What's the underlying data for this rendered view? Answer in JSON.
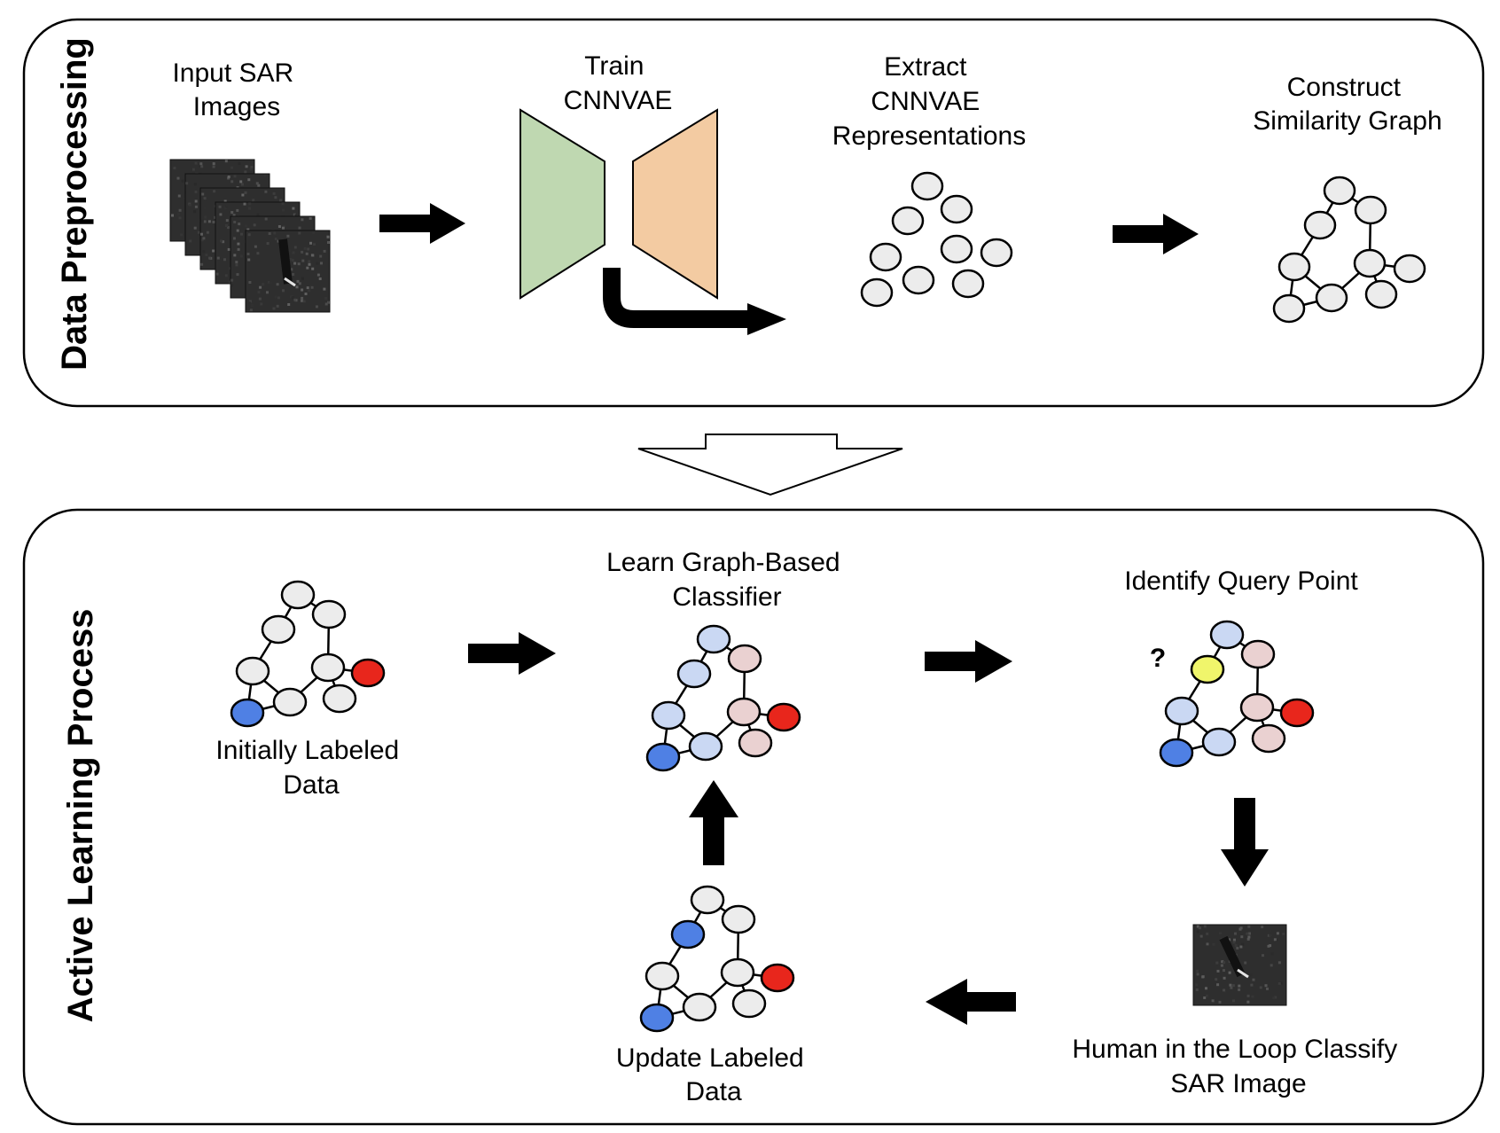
{
  "panels": {
    "preprocessing": {
      "title": "Data Preprocessing",
      "steps": {
        "input": [
          "Input SAR",
          "Images"
        ],
        "train": [
          "Train",
          "CNNVAE"
        ],
        "extract": [
          "Extract",
          "CNNVAE",
          "Representations"
        ],
        "construct": [
          "Construct",
          "Similarity Graph"
        ]
      }
    },
    "active_learning": {
      "title": "Active Learning Process",
      "steps": {
        "initial": [
          "Initially Labeled",
          "Data"
        ],
        "learn": [
          "Learn Graph-Based",
          "Classifier"
        ],
        "query": [
          "Identify Query Point"
        ],
        "human": [
          "Human in the Loop Classify",
          "SAR Image"
        ],
        "update": [
          "Update Labeled",
          "Data"
        ]
      },
      "query_mark": "?"
    }
  },
  "colors": {
    "encoder": "#bfd8b1",
    "decoder": "#f3cba2",
    "node_unlabeled": "#ececec",
    "label_blue": "#4f80e4",
    "label_red": "#e8261c",
    "prob_blue": "#cad8f3",
    "prob_red": "#ead1d1",
    "query_yellow": "#f0f56b",
    "sar_dark": "#2e2e2e"
  },
  "graphs": {
    "initial": [
      "gray",
      "gray",
      "gray",
      "gray",
      "gray",
      "gray",
      "gray",
      "red",
      "blue"
    ],
    "learn": [
      "pblue",
      "pred",
      "pblue",
      "pblue",
      "pred",
      "pblue",
      "pred",
      "red",
      "blue"
    ],
    "query": [
      "pblue",
      "pred",
      "yellow",
      "pblue",
      "pred",
      "pblue",
      "pred",
      "red",
      "blue"
    ],
    "update": [
      "gray",
      "gray",
      "blue",
      "gray",
      "gray",
      "gray",
      "gray",
      "red",
      "blue"
    ],
    "construct": [
      "gray",
      "gray",
      "gray",
      "gray",
      "gray",
      "gray",
      "gray",
      "gray",
      "gray"
    ]
  }
}
